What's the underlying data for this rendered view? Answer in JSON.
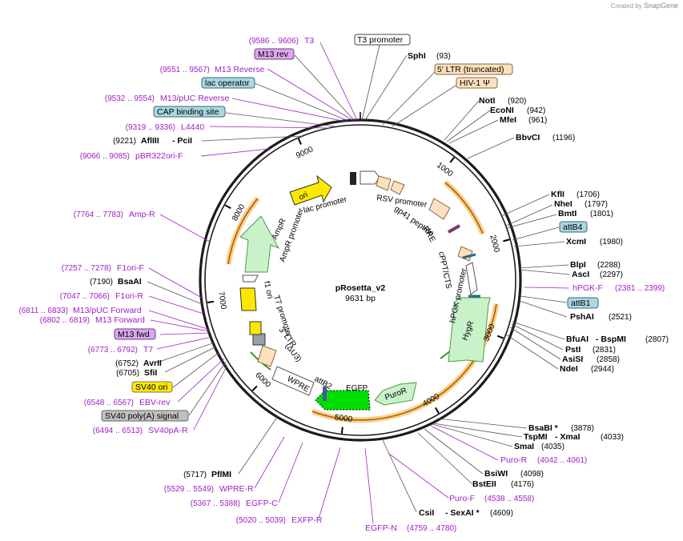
{
  "watermark": {
    "prefix": "Created by",
    "brand": "SnapGene"
  },
  "map": {
    "name": "pRosetta_v2",
    "size_label": "9631 bp",
    "length": 9631
  },
  "ticks": [
    "1000",
    "2000",
    "3000",
    "4000",
    "5000",
    "6000",
    "7000",
    "8000",
    "9000"
  ],
  "tick_values": [
    1000,
    2000,
    3000,
    4000,
    5000,
    6000,
    7000,
    8000,
    9000
  ],
  "features_inside": [
    {
      "label": "T3 promoter"
    },
    {
      "label": "lac promoter"
    },
    {
      "label": "RSV promoter"
    },
    {
      "label": "RRE"
    },
    {
      "label": "gp41 peptide"
    },
    {
      "label": "cPPT/CTS"
    },
    {
      "label": "hPGK promoter"
    },
    {
      "label": "HygR"
    },
    {
      "label": "PuroR"
    },
    {
      "label": "EGFP"
    },
    {
      "label": "attB2"
    },
    {
      "label": "WPRE"
    },
    {
      "label": "3' LTR"
    },
    {
      "label": "(ΔU3)"
    },
    {
      "label": "T7 promoter"
    },
    {
      "label": "f1 ori"
    },
    {
      "label": "AmpR promoter"
    },
    {
      "label": "AmpR"
    },
    {
      "label": "ori"
    }
  ],
  "right_labels": [
    {
      "name": "SphI",
      "pos": "(93)"
    },
    {
      "name": "5' LTR (truncated)"
    },
    {
      "name": "HIV-1 Ψ"
    },
    {
      "name": "NotI",
      "pos": "(920)"
    },
    {
      "name": "EcoNI",
      "pos": "(942)"
    },
    {
      "name": "MfeI",
      "pos": "(961)"
    },
    {
      "name": "BbvCI",
      "pos": "(1196)"
    },
    {
      "name": "KflI",
      "pos": "(1706)"
    },
    {
      "name": "NheI",
      "pos": "(1797)"
    },
    {
      "name": "BmtI",
      "pos": "(1801)"
    },
    {
      "name": "attB4"
    },
    {
      "name": "XcmI",
      "pos": "(1980)"
    },
    {
      "name": "BlpI",
      "pos": "(2288)"
    },
    {
      "name": "AscI",
      "pos": "(2297)"
    },
    {
      "name": "hPGK-F",
      "range": "(2381 .. 2399)"
    },
    {
      "name": "attB1"
    },
    {
      "name": "PshAI",
      "pos": "(2521)"
    },
    {
      "name": "BfuAI",
      "name2": "- BspMI",
      "pos": "(2807)"
    },
    {
      "name": "PstI",
      "pos": "(2831)"
    },
    {
      "name": "AsiSI",
      "pos": "(2858)"
    },
    {
      "name": "NdeI",
      "pos": "(2944)"
    },
    {
      "name": "BsaBI *",
      "pos": "(3878)"
    },
    {
      "name": "TspMI",
      "name2": "- XmaI",
      "pos": "(4033)"
    },
    {
      "name": "SmaI",
      "pos": "(4035)"
    },
    {
      "name": "Puro-R",
      "range": "(4042 .. 4061)"
    },
    {
      "name": "BsiWI",
      "pos": "(4098)"
    },
    {
      "name": "BstEII",
      "pos": "(4176)"
    },
    {
      "name": "Puro-F",
      "range": "(4538 .. 4558)"
    },
    {
      "name": "CsiI",
      "name2": "- SexAI *",
      "pos": "(4609)"
    },
    {
      "name": "EGFP-N",
      "range": "(4759 .. 4780)"
    }
  ],
  "left_labels": [
    {
      "name": "T3",
      "range": "(9586 .. 9606)"
    },
    {
      "name": "M13 rev"
    },
    {
      "name": "M13 Reverse",
      "range": "(9551 .. 9567)"
    },
    {
      "name": "lac operator"
    },
    {
      "name": "M13/pUC Reverse",
      "range": "(9532 .. 9554)"
    },
    {
      "name": "CAP binding site"
    },
    {
      "name": "L4440",
      "range": "(9319 .. 9336)"
    },
    {
      "name": "AflIII",
      "name2": "- PciI",
      "pos": "(9221)"
    },
    {
      "name": "pBR322ori-F",
      "range": "(9066 .. 9085)"
    },
    {
      "name": "Amp-R",
      "range": "(7764 .. 7783)"
    },
    {
      "name": "F1ori-F",
      "range": "(7257 .. 7278)"
    },
    {
      "name": "BsaAI",
      "pos": "(7190)"
    },
    {
      "name": "F1ori-R",
      "range": "(7047 .. 7066)"
    },
    {
      "name": "M13/pUC Forward",
      "range": "(6811 .. 6833)"
    },
    {
      "name": "M13 Forward",
      "range": "(6802 .. 6819)"
    },
    {
      "name": "M13 fwd"
    },
    {
      "name": "T7",
      "range": "(6773 .. 6792)"
    },
    {
      "name": "AvrII",
      "pos": "(6752)"
    },
    {
      "name": "SfiI",
      "pos": "(6705)"
    },
    {
      "name": "SV40 ori"
    },
    {
      "name": "EBV-rev",
      "range": "(6548 .. 6567)"
    },
    {
      "name": "SV40 poly(A) signal"
    },
    {
      "name": "SV40pA-R",
      "range": "(6494 .. 6513)"
    },
    {
      "name": "PflMI",
      "pos": "(5717)"
    },
    {
      "name": "WPRE-R",
      "range": "(5529 .. 5549)"
    },
    {
      "name": "EGFP-C",
      "range": "(5367 .. 5388)"
    },
    {
      "name": "EXFP-R",
      "range": "(5020 .. 5039)"
    }
  ],
  "colors": {
    "primer": "#a020c8",
    "enzyme": "#000000",
    "ring": "#1a1a1a",
    "orf_glow": "#f5c77e"
  }
}
